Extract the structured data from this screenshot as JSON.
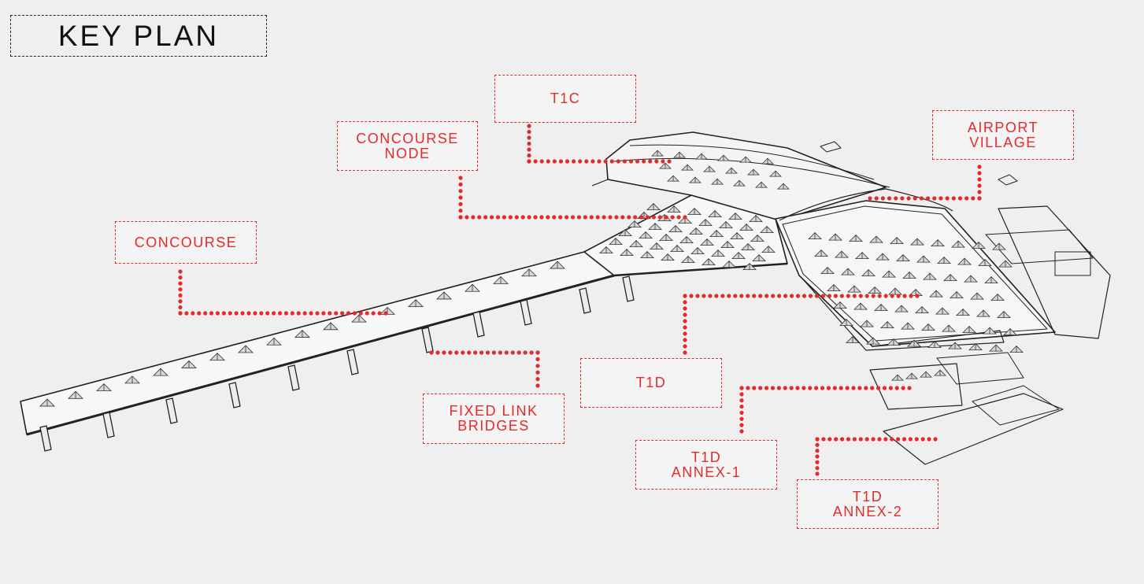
{
  "title": "KEY PLAN",
  "colors": {
    "background": "#efefef",
    "drawing": "#222222",
    "accent": "#e32b2b"
  },
  "labels": [
    {
      "id": "t1c",
      "lines": [
        "T1C"
      ]
    },
    {
      "id": "concourse-node",
      "lines": [
        "CONCOURSE",
        "NODE"
      ]
    },
    {
      "id": "airport-village",
      "lines": [
        "AIRPORT",
        "VILLAGE"
      ]
    },
    {
      "id": "concourse",
      "lines": [
        "CONCOURSE"
      ]
    },
    {
      "id": "t1d",
      "lines": [
        "T1D"
      ]
    },
    {
      "id": "fixed-link-bridges",
      "lines": [
        "FIXED LINK",
        "BRIDGES"
      ]
    },
    {
      "id": "t1d-annex-1",
      "lines": [
        "T1D",
        "ANNEX-1"
      ]
    },
    {
      "id": "t1d-annex-2",
      "lines": [
        "T1D",
        "ANNEX-2"
      ]
    }
  ]
}
